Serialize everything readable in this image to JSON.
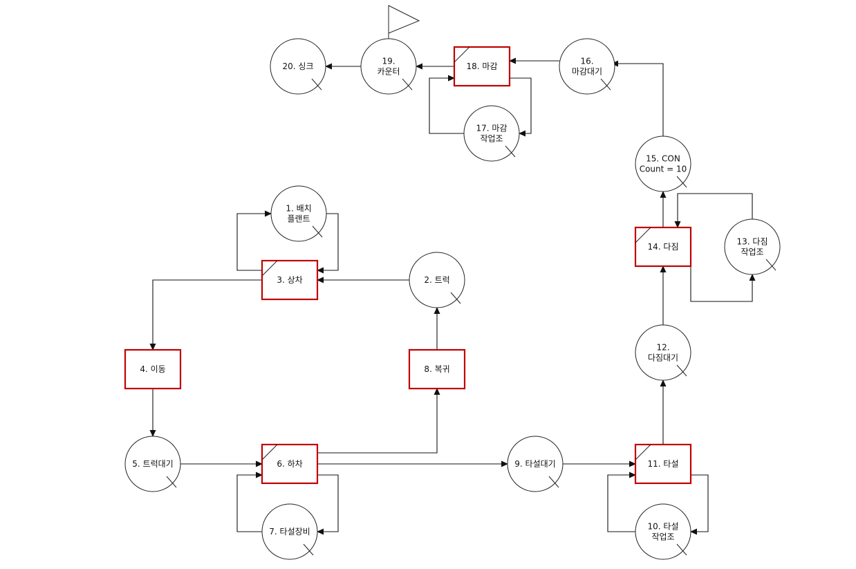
{
  "diagram": {
    "nodes": [
      {
        "id": "n1",
        "shape": "circle",
        "lines": [
          "1. 배치",
          "플랜트"
        ]
      },
      {
        "id": "n2",
        "shape": "circle",
        "lines": [
          "2. 트럭"
        ]
      },
      {
        "id": "n3",
        "shape": "rect",
        "lines": [
          "3. 상차"
        ]
      },
      {
        "id": "n4",
        "shape": "rect",
        "lines": [
          "4. 이동"
        ]
      },
      {
        "id": "n5",
        "shape": "circle",
        "lines": [
          "5. 트럭대기"
        ]
      },
      {
        "id": "n6",
        "shape": "rect",
        "lines": [
          "6. 하차"
        ]
      },
      {
        "id": "n7",
        "shape": "circle",
        "lines": [
          "7. 타설장비"
        ]
      },
      {
        "id": "n8",
        "shape": "rect",
        "lines": [
          "8. 복귀"
        ]
      },
      {
        "id": "n9",
        "shape": "circle",
        "lines": [
          "9. 타설대기"
        ]
      },
      {
        "id": "n10",
        "shape": "circle",
        "lines": [
          "10. 타설",
          "작업조"
        ]
      },
      {
        "id": "n11",
        "shape": "rect",
        "lines": [
          "11. 타설"
        ]
      },
      {
        "id": "n12",
        "shape": "circle",
        "lines": [
          "12.",
          "다짐대기"
        ]
      },
      {
        "id": "n13",
        "shape": "circle",
        "lines": [
          "13. 다짐",
          "작업조"
        ]
      },
      {
        "id": "n14",
        "shape": "rect",
        "lines": [
          "14. 다짐"
        ]
      },
      {
        "id": "n15",
        "shape": "circle",
        "lines": [
          "15. CON",
          "Count = 10"
        ]
      },
      {
        "id": "n16",
        "shape": "circle",
        "lines": [
          "16.",
          "마감대기"
        ]
      },
      {
        "id": "n17",
        "shape": "circle",
        "lines": [
          "17. 마감",
          "작업조"
        ]
      },
      {
        "id": "n18",
        "shape": "rect",
        "lines": [
          "18. 마감"
        ]
      },
      {
        "id": "n19",
        "shape": "circle",
        "lines": [
          "19.",
          "카운터"
        ]
      },
      {
        "id": "n20",
        "shape": "circle",
        "lines": [
          "20. 싱크"
        ]
      }
    ],
    "edges": [
      {
        "from": "n1",
        "to": "n3"
      },
      {
        "from": "n3",
        "to": "n1"
      },
      {
        "from": "n2",
        "to": "n3"
      },
      {
        "from": "n3",
        "to": "n4"
      },
      {
        "from": "n4",
        "to": "n5"
      },
      {
        "from": "n5",
        "to": "n6"
      },
      {
        "from": "n6",
        "to": "n7"
      },
      {
        "from": "n7",
        "to": "n6"
      },
      {
        "from": "n6",
        "to": "n8"
      },
      {
        "from": "n8",
        "to": "n2"
      },
      {
        "from": "n6",
        "to": "n9"
      },
      {
        "from": "n9",
        "to": "n11"
      },
      {
        "from": "n11",
        "to": "n10"
      },
      {
        "from": "n10",
        "to": "n11"
      },
      {
        "from": "n11",
        "to": "n12"
      },
      {
        "from": "n12",
        "to": "n14"
      },
      {
        "from": "n14",
        "to": "n13"
      },
      {
        "from": "n13",
        "to": "n14"
      },
      {
        "from": "n14",
        "to": "n15"
      },
      {
        "from": "n15",
        "to": "n16"
      },
      {
        "from": "n16",
        "to": "n18"
      },
      {
        "from": "n18",
        "to": "n17"
      },
      {
        "from": "n17",
        "to": "n18"
      },
      {
        "from": "n18",
        "to": "n19"
      },
      {
        "from": "n19",
        "to": "n20"
      }
    ]
  }
}
